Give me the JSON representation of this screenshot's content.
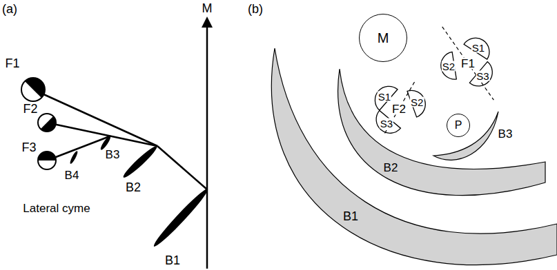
{
  "diagram": {
    "nodes": [
      {
        "text": [
          "M"
        ]
      },
      {
        "text": [
          "P"
        ]
      },
      {
        "text": [
          "B1"
        ]
      },
      {
        "text": [
          "B2"
        ]
      },
      {
        "text": [
          "B3"
        ]
      }
    ],
    "labels": [
      "(a)",
      "M",
      "F1",
      "F2",
      "F3",
      "B1",
      "B2",
      "B3",
      "B4",
      "Lateral cyme",
      "(b)",
      "S1",
      "S2",
      "F1",
      "S3",
      "S1",
      "F2",
      "S2",
      "S3"
    ]
  }
}
